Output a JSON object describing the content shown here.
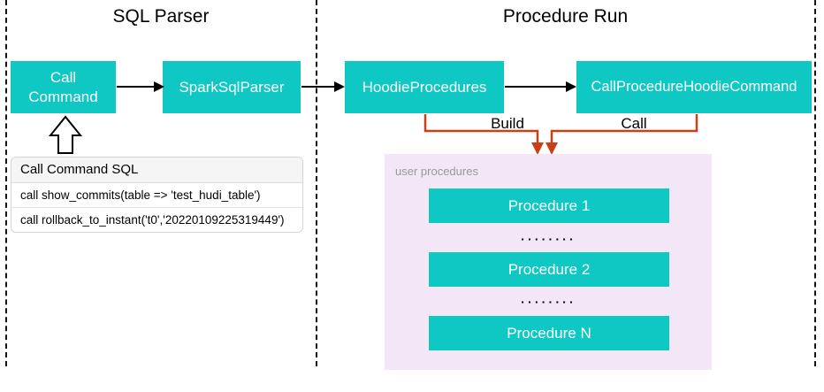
{
  "sections": {
    "left_title": "SQL Parser",
    "right_title": "Procedure Run"
  },
  "nodes": {
    "call_command_line1": "Call",
    "call_command_line2": "Command",
    "spark_sql_parser": "SparkSqlParser",
    "hoodie_procedures": "HoodieProcedures",
    "call_procedure_hoodie_command": "CallProcedureHoodieCommand"
  },
  "edges": {
    "build_label": "Build",
    "call_label": "Call"
  },
  "sql_box": {
    "title": "Call Command SQL",
    "rows": [
      "call show_commits(table => 'test_hudi_table')",
      "call rollback_to_instant('t0','20220109225319449')"
    ]
  },
  "user_procedures": {
    "label": "user procedures",
    "items": [
      "Procedure 1",
      "Procedure 2",
      "Procedure N"
    ],
    "dots": "▪▪▪▪▪▪▪▪"
  },
  "colors": {
    "node_teal": "#0FC7C3",
    "connector_orange": "#CB3F17",
    "panel_pink": "#F2E6F7",
    "label_gray": "#999999",
    "arrow_black": "#000000"
  }
}
